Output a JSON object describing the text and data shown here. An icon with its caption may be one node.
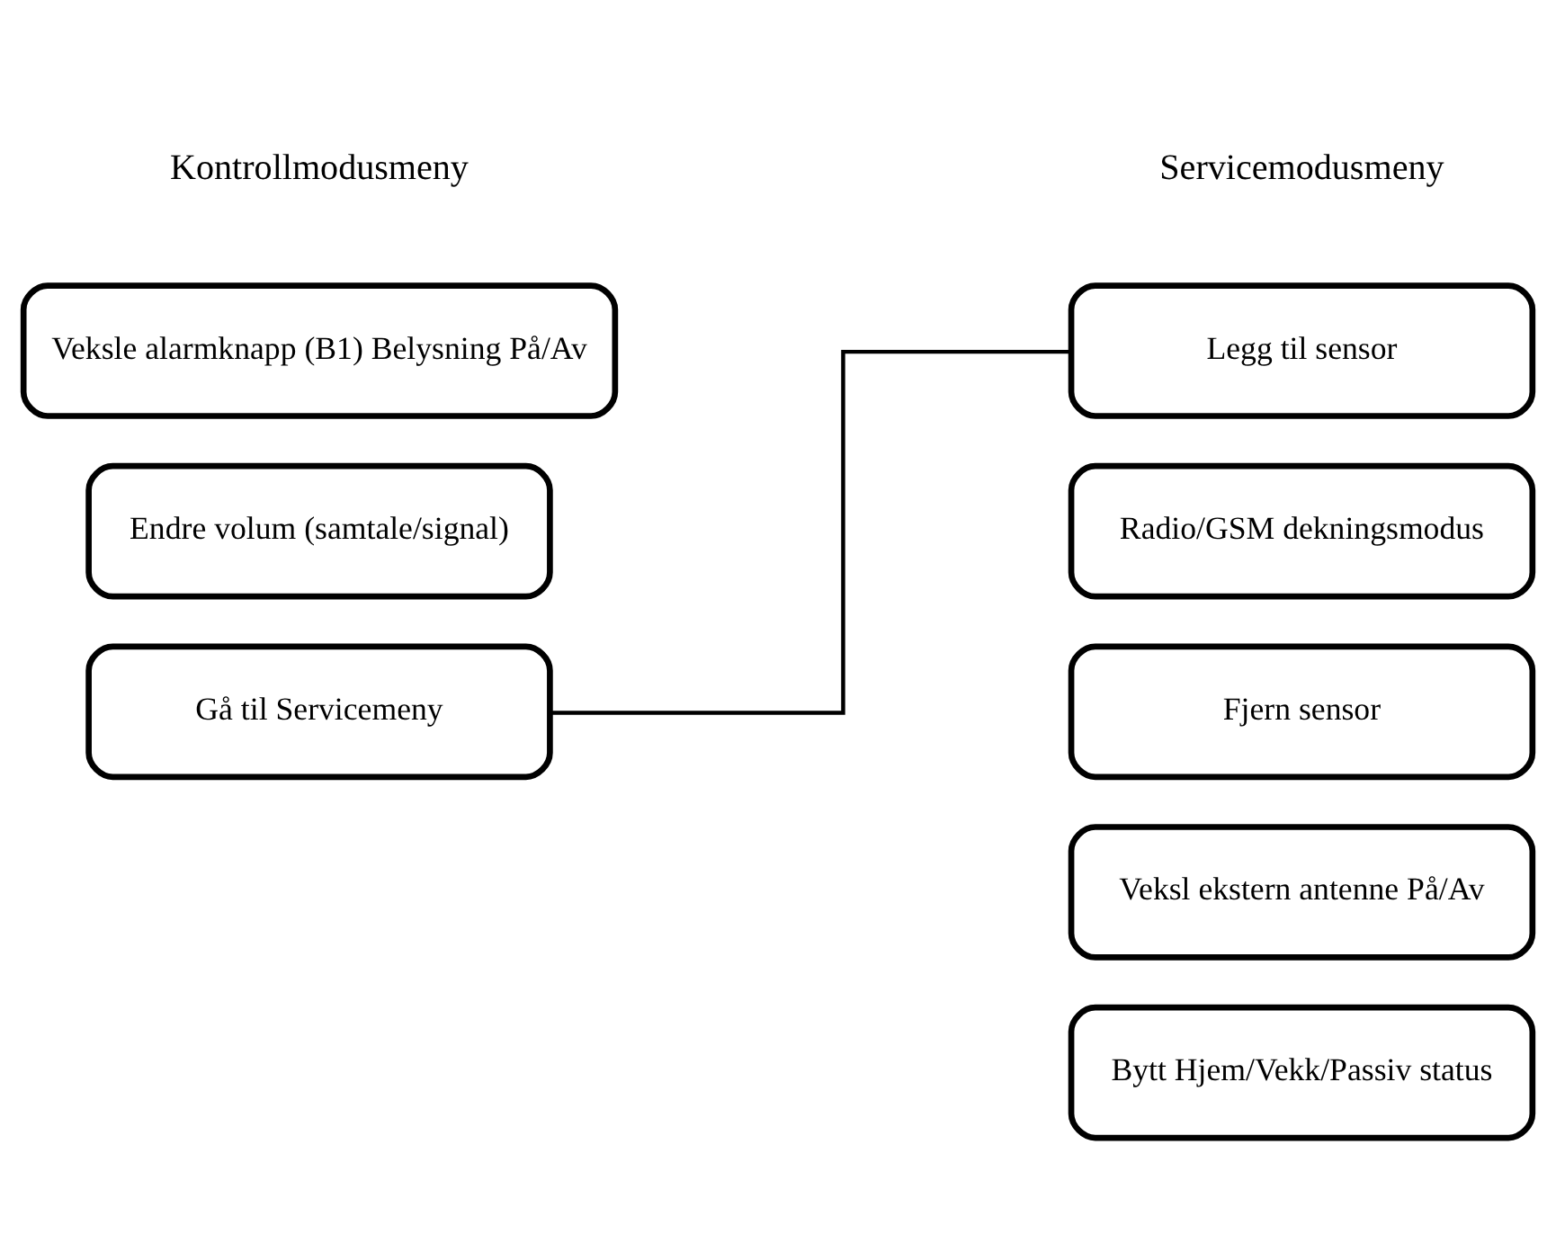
{
  "diagram": {
    "nodes": [
      {
        "text": [
          "Veksle alarmknapp (B1) Belysning På/Av"
        ]
      },
      {
        "text": [
          "Endre volum (samtale/signal)"
        ]
      },
      {
        "text": [
          "Gå til Servicemeny"
        ]
      },
      {
        "text": [
          "Legg til sensor"
        ]
      },
      {
        "text": [
          "Radio/GSM dekningsmodus"
        ]
      },
      {
        "text": [
          "Fjern sensor"
        ]
      },
      {
        "text": [
          "Veksl ekstern antenne På/Av"
        ]
      },
      {
        "text": [
          "Bytt Hjem/Vekk/Passiv status"
        ]
      }
    ],
    "edges": [
      {
        "from": 2,
        "to": 3,
        "arrow": "none"
      }
    ],
    "labels": [
      "Kontrollmodusmeny",
      "Servicemodusmeny"
    ]
  }
}
